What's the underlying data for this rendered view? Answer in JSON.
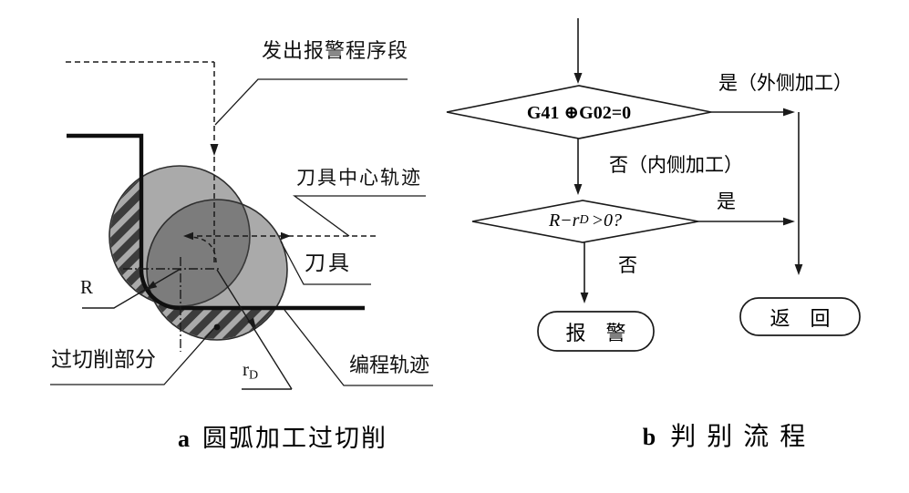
{
  "panel_a": {
    "caption_letter": "a",
    "caption_text": "圆弧加工过切削",
    "labels": {
      "alarm_block": "发出报警程序段",
      "tool_center_path": "刀具中心轨迹",
      "tool": "刀具",
      "radius": "R",
      "overcut": "过切削部分",
      "tool_radius_base": "r",
      "tool_radius_sub": "D",
      "program_path": "编程轨迹"
    }
  },
  "panel_b": {
    "caption_letter": "b",
    "caption_text": "判别流程",
    "decision_g41": "G41 ⊕G02=0",
    "decision_radius_base": "R−r",
    "decision_radius_sub": "D",
    "decision_radius_suffix": ">0?",
    "label_yes_outer": "是（外侧加工）",
    "label_no_inner": "否（内侧加工）",
    "label_yes": "是",
    "label_no": "否",
    "terminal_alarm": "报　警",
    "terminal_return": "返　回"
  },
  "colors": {
    "ink": "#1a1a1a",
    "circle_gray": "#a9a9a9",
    "overlap_gray": "#7b7b7b",
    "hatch_dark": "#3c3c3c"
  }
}
